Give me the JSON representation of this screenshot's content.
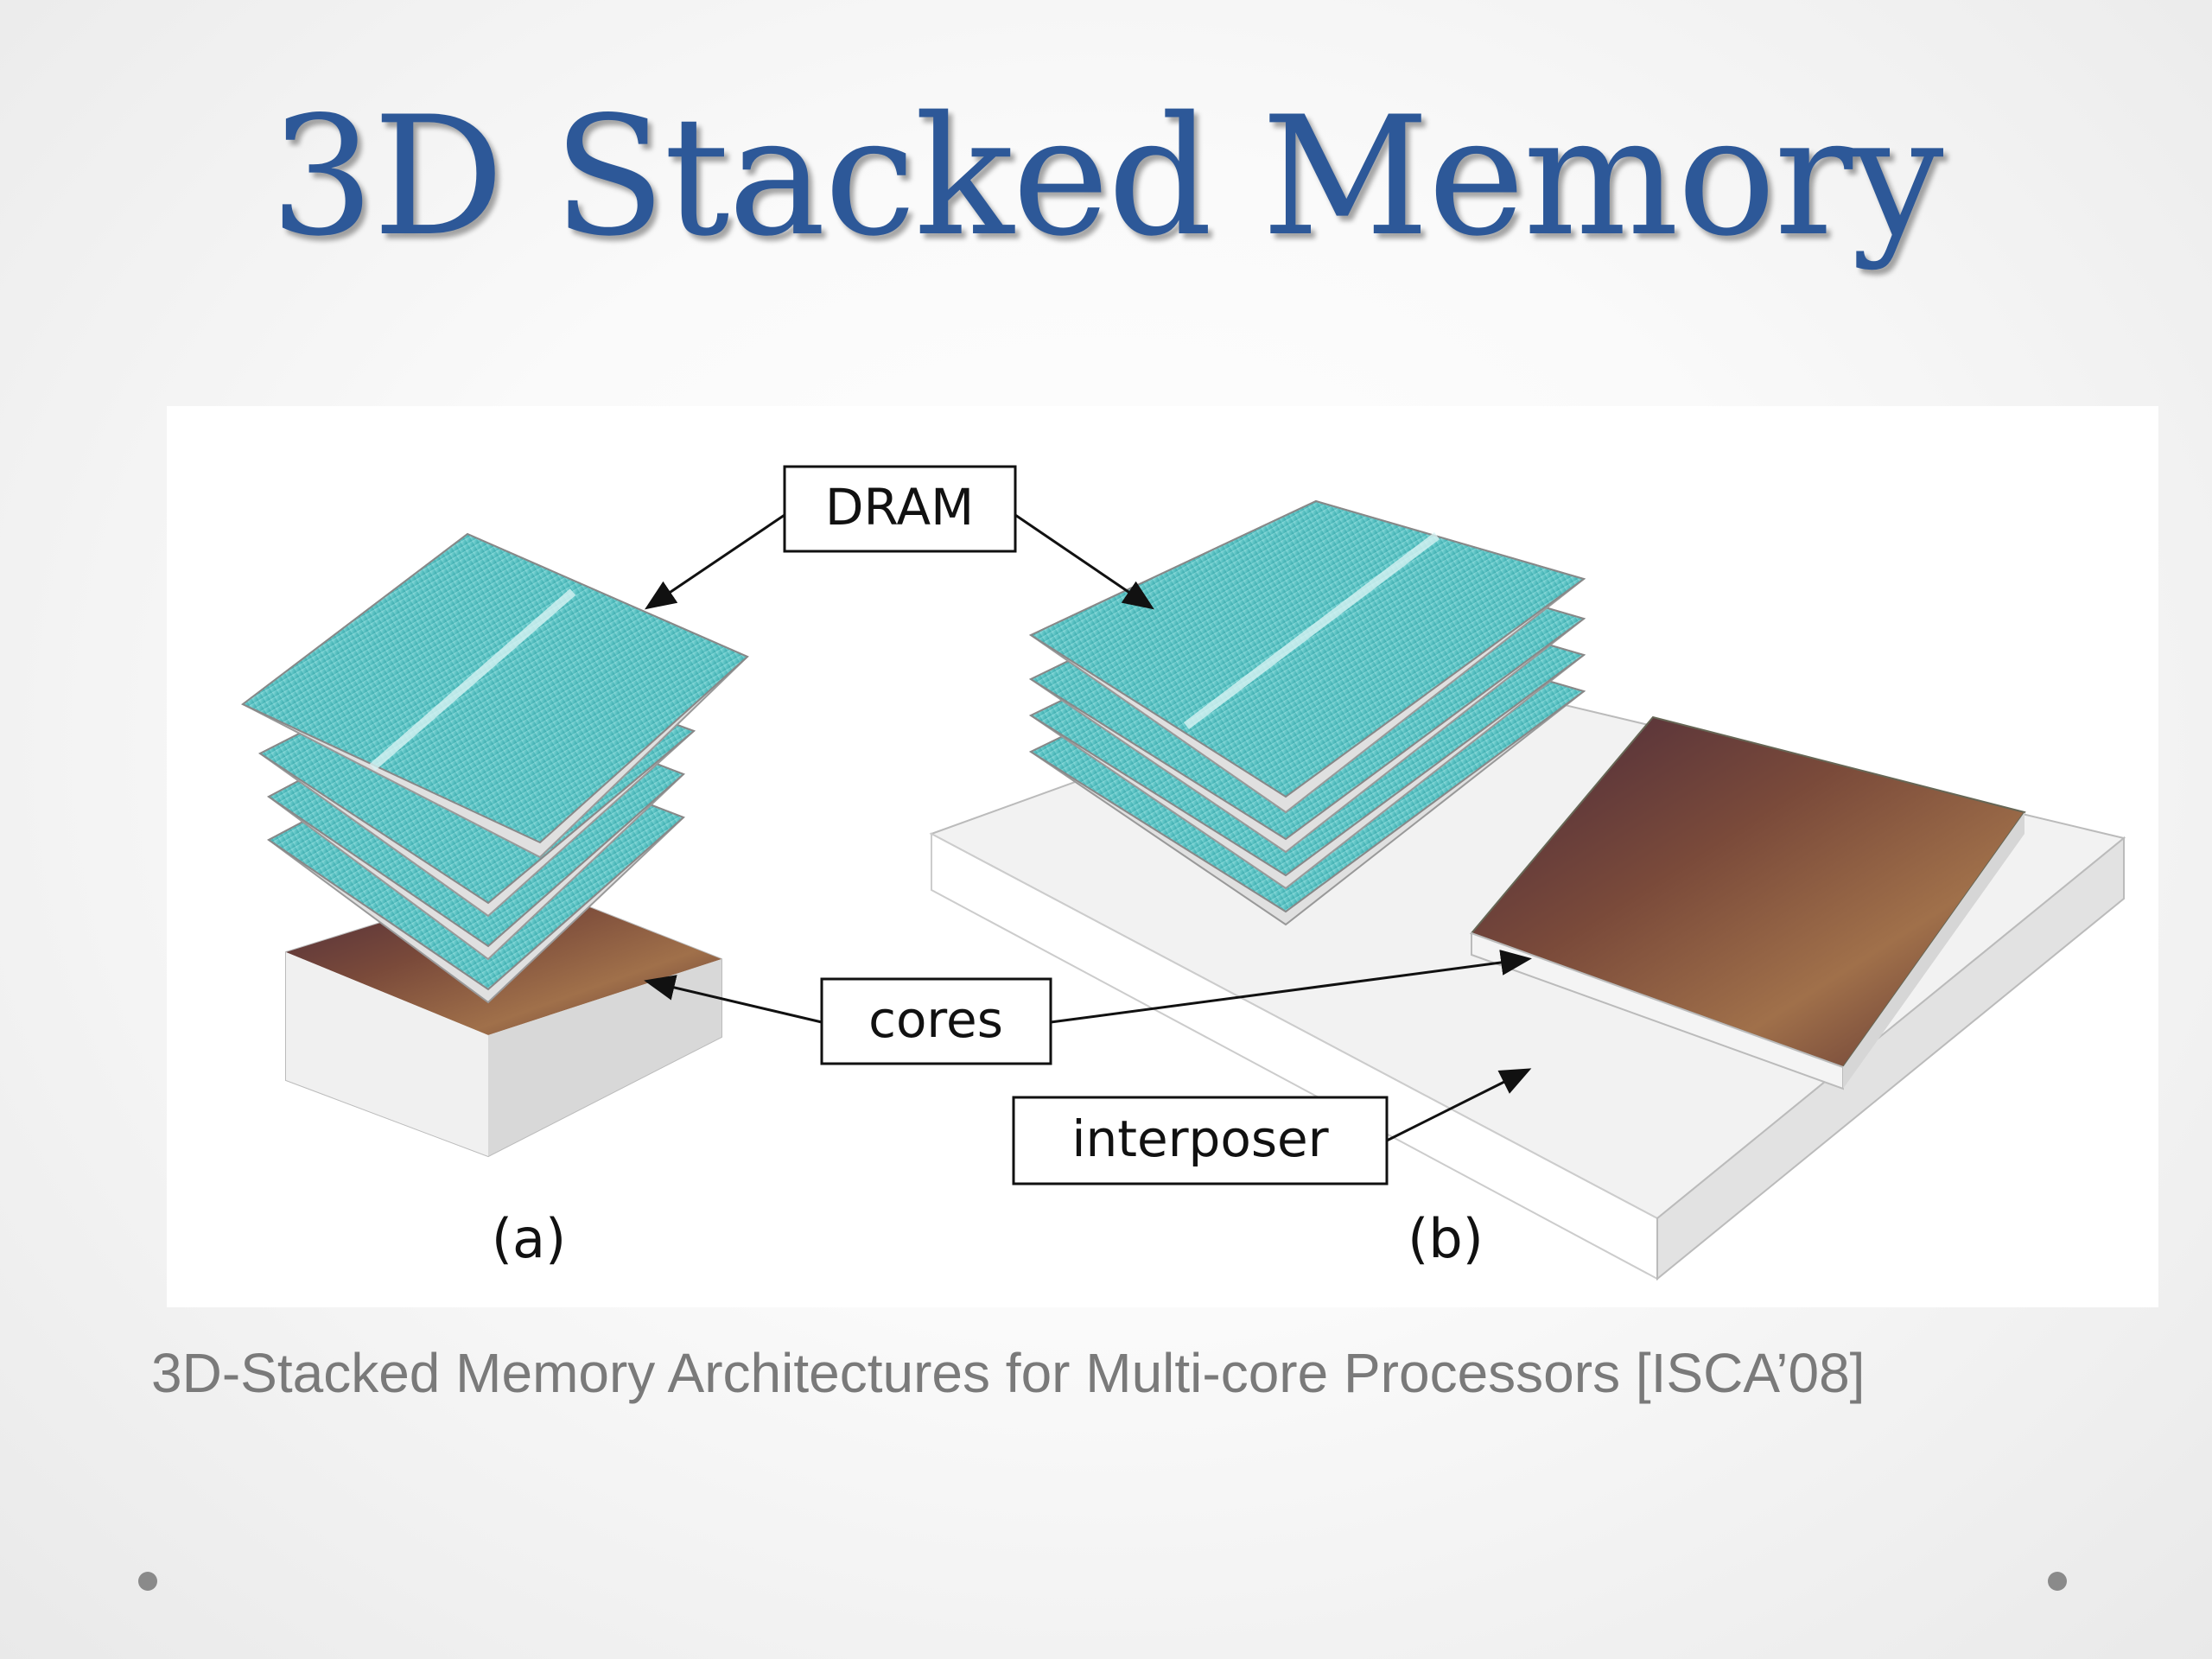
{
  "slide": {
    "title": "3D Stacked Memory",
    "caption": "3D-Stacked Memory Architectures for Multi-core Processors [ISCA’08]"
  },
  "figure": {
    "labels": {
      "dram": "DRAM",
      "cores": "cores",
      "interposer": "interposer",
      "panel_a": "(a)",
      "panel_b": "(b)"
    }
  },
  "colors": {
    "title": "#2d5898",
    "caption": "#7a7a7a",
    "dram_layer": "#5fc6c6",
    "die_core": "#6b3a2a",
    "interposer": "#ececec"
  }
}
